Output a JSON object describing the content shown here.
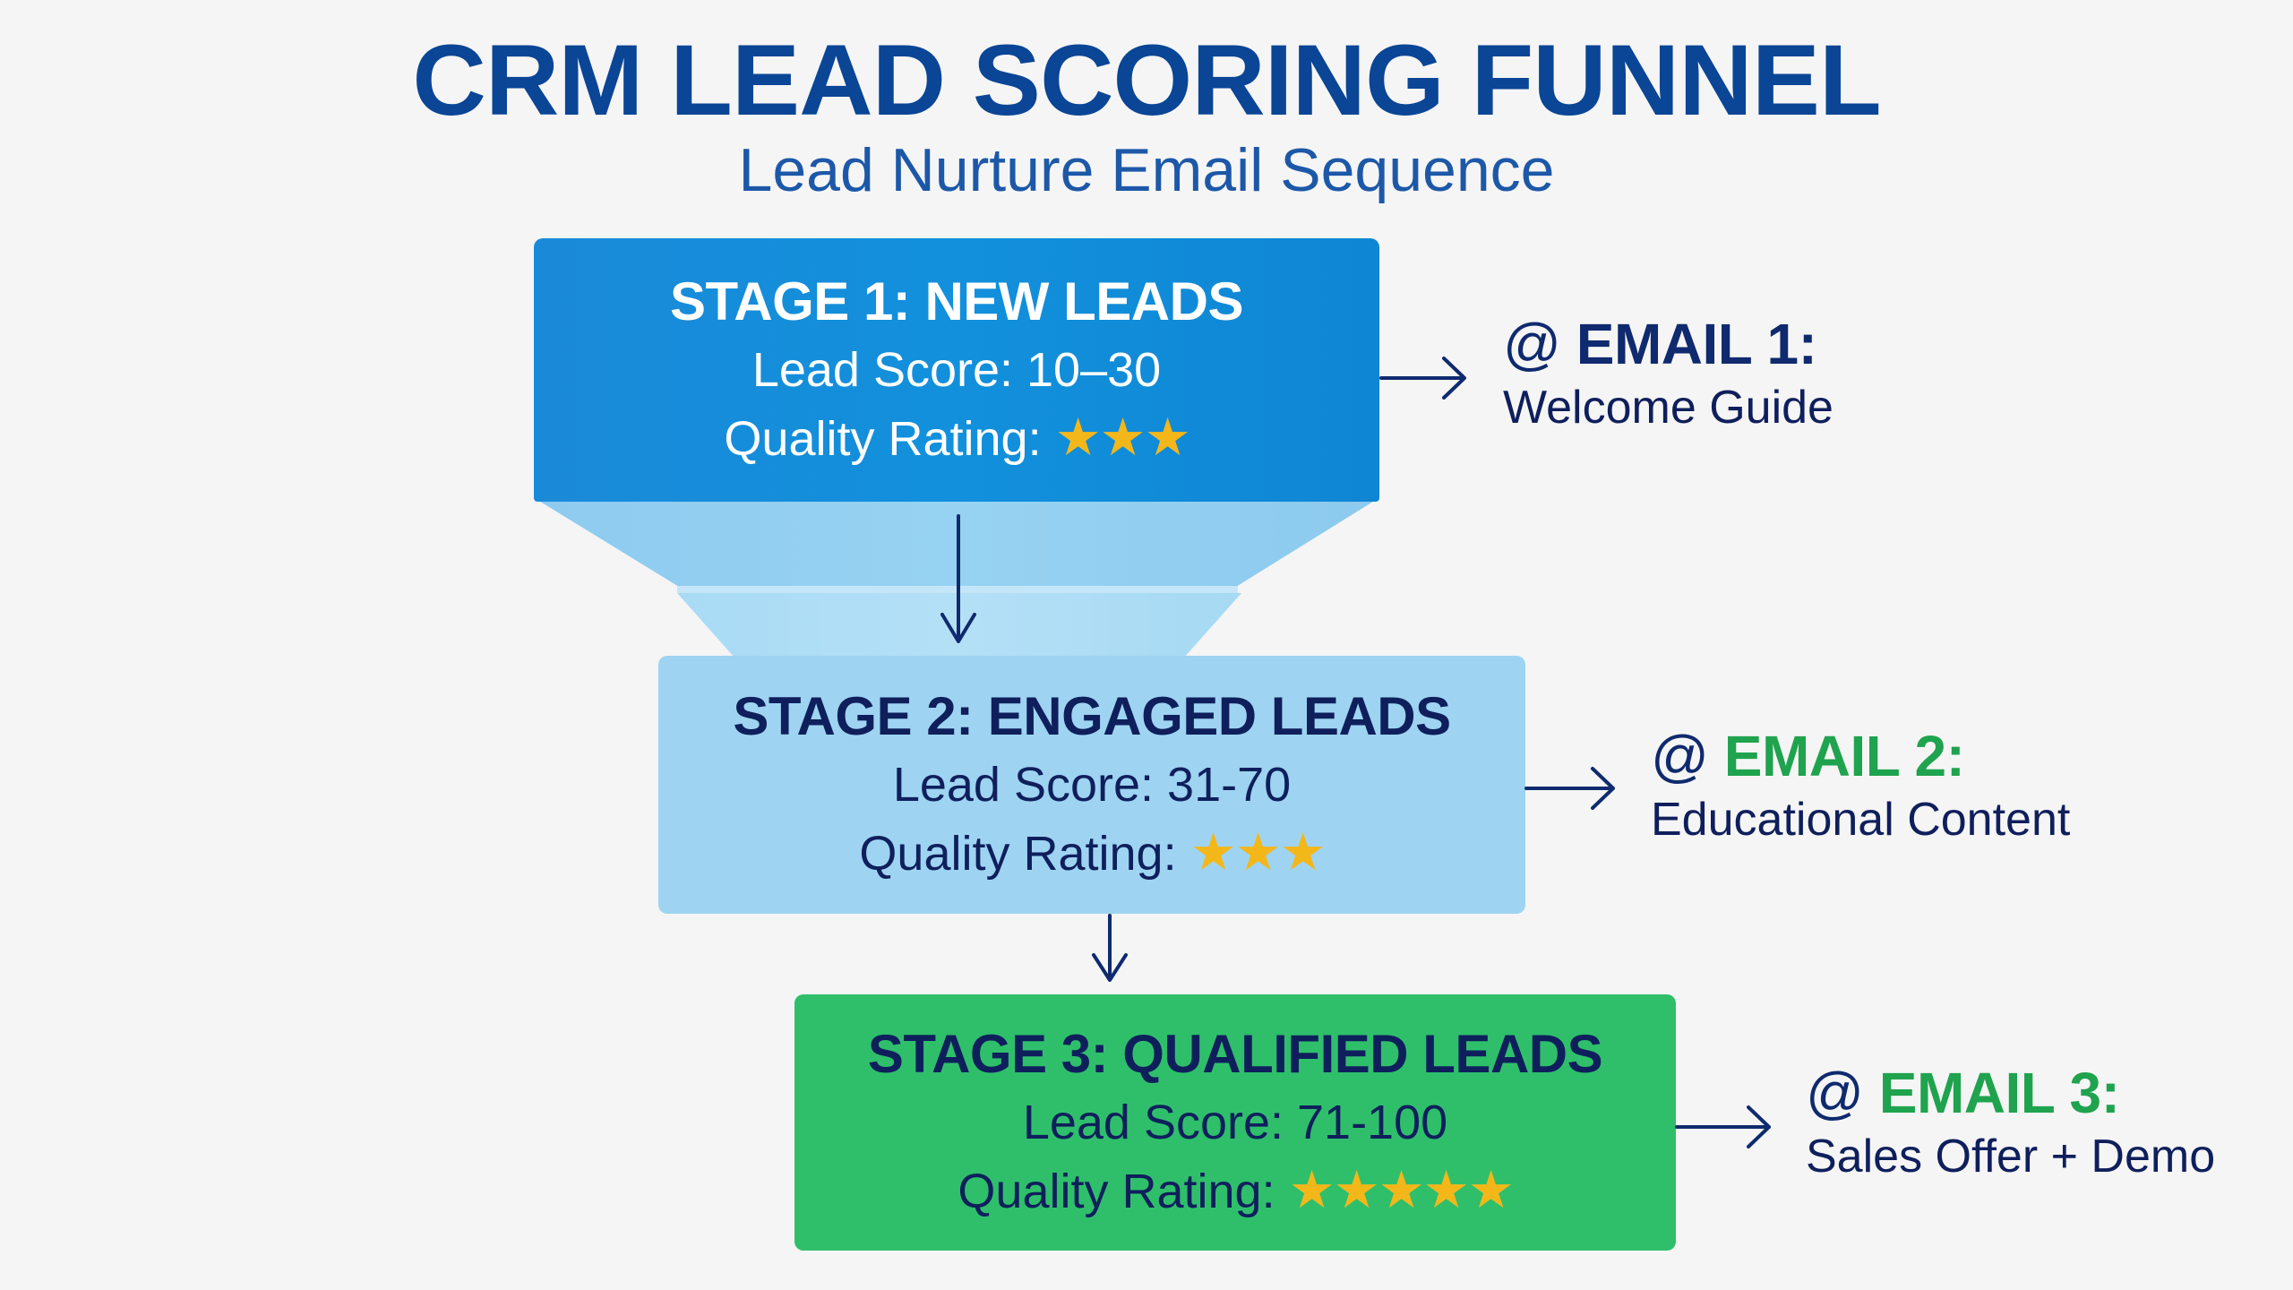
{
  "header": {
    "title": "CRM LEAD SCORING FUNNEL",
    "subtitle": "Lead Nurture Email Sequence"
  },
  "colors": {
    "title": "#0a4596",
    "stage1_bg": "#1290dc",
    "stage2_bg": "#9ed4f1",
    "stage3_bg": "#2fbf6b",
    "funnel_connector": "#92cff0",
    "star": "#f4b71a",
    "arrow": "#0f2a6e",
    "email_green": "#1fa34e"
  },
  "stages": [
    {
      "title": "STAGE 1: NEW LEADS",
      "score_label": "Lead Score: 10–30",
      "rating_label": "Quality Rating:",
      "stars": "★★★",
      "star_count": 3
    },
    {
      "title": "STAGE 2: ENGAGED LEADS",
      "score_label": "Lead Score: 31-70",
      "rating_label": "Quality Rating:",
      "stars": "★★★",
      "star_count": 3
    },
    {
      "title": "STAGE 3: QUALIFIED LEADS",
      "score_label": "Lead Score: 71-100",
      "rating_label": "Quality Rating:",
      "stars": "★★★★★",
      "star_count": 5
    }
  ],
  "emails": [
    {
      "icon": "@",
      "label": "EMAIL 1:",
      "description": "Welcome Guide"
    },
    {
      "icon": "@",
      "label": "EMAIL 2:",
      "description": "Educational Content"
    },
    {
      "icon": "@",
      "label": "EMAIL 3:",
      "description": "Sales Offer + Demo"
    }
  ]
}
